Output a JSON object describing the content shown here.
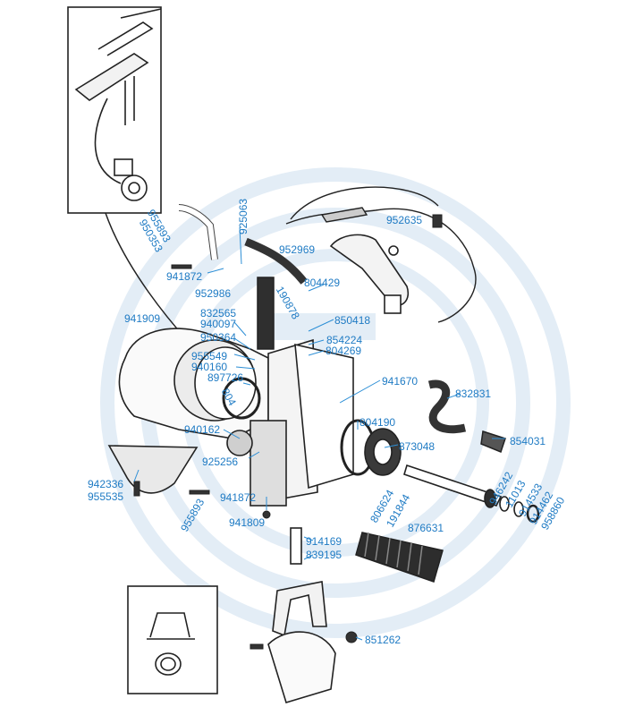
{
  "labels": {
    "p925063": "925063",
    "p955893a": "955893",
    "p950353": "950353",
    "p952969": "952969",
    "p952635": "952635",
    "p941872a": "941872",
    "p804429": "804429",
    "p952986": "952986",
    "p190878": "190878",
    "p832565": "832565",
    "p941909": "941909",
    "p940097": "940097",
    "p850418": "850418",
    "p950364": "950364",
    "p854224": "854224",
    "p804269": "804269",
    "p955549": "955549",
    "p940160": "940160",
    "p897726": "897726",
    "p941670": "941670",
    "p832831": "832831",
    "p804190": "804190",
    "p940162": "940162",
    "p854031": "854031",
    "p873048": "873048",
    "p925256": "925256",
    "p942336": "942336",
    "p955535": "955535",
    "p941872b": "941872",
    "p955893b": "955893",
    "p941809": "941809",
    "p946242": "946242",
    "p11013": "11013",
    "p914533": "914533",
    "p914462": "914462",
    "p958860": "958860",
    "p806624": "806624",
    "p191844": "191844",
    "p876631": "876631",
    "p914169": "914169",
    "p839195": "839195",
    "p851262": "851262",
    "p804": "804"
  },
  "colors": {
    "label": "#1f7bc4",
    "line": "#222222",
    "watermark": "#e3edf6",
    "callout": "#2d8fd6"
  }
}
